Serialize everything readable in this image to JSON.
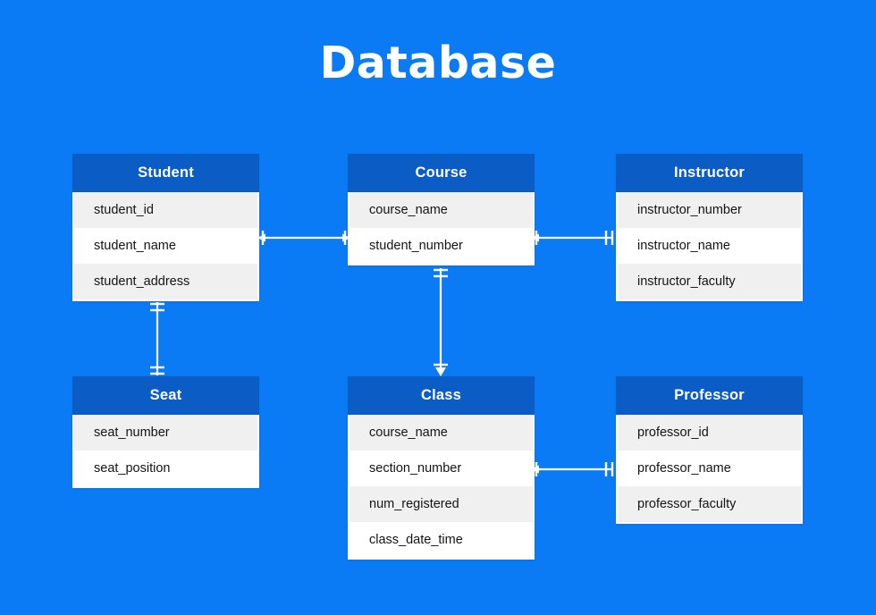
{
  "title": "Database",
  "colors": {
    "background": "#0b7af5",
    "header": "#0b5cc4",
    "row_odd": "#f0f0f0",
    "row_even": "#ffffff",
    "title_text": "#ffffff",
    "field_text": "#141414",
    "connector": "#ffffff"
  },
  "entities": [
    {
      "name": "Student",
      "fields": [
        "student_id",
        "student_name",
        "student_address"
      ]
    },
    {
      "name": "Course",
      "fields": [
        "course_name",
        "student_number"
      ]
    },
    {
      "name": "Instructor",
      "fields": [
        "instructor_number",
        "instructor_name",
        "instructor_faculty"
      ]
    },
    {
      "name": "Seat",
      "fields": [
        "seat_number",
        "seat_position"
      ]
    },
    {
      "name": "Class",
      "fields": [
        "course_name",
        "section_number",
        "num_registered",
        "class_date_time"
      ]
    },
    {
      "name": "Professor",
      "fields": [
        "professor_id",
        "professor_name",
        "professor_faculty"
      ]
    }
  ],
  "relationships": [
    {
      "id": "student-course",
      "from": "Student",
      "to": "Course",
      "orientation": "horizontal",
      "from_marker": "one-arrow",
      "to_marker": "one-arrow"
    },
    {
      "id": "course-instructor",
      "from": "Course",
      "to": "Instructor",
      "orientation": "horizontal",
      "from_marker": "one-arrow",
      "to_marker": "one-and-only-one"
    },
    {
      "id": "student-seat",
      "from": "Student",
      "to": "Seat",
      "orientation": "vertical",
      "from_marker": "one-and-only-one",
      "to_marker": "one-and-only-one"
    },
    {
      "id": "course-class",
      "from": "Course",
      "to": "Class",
      "orientation": "vertical",
      "from_marker": "one-and-only-one",
      "to_marker": "one-arrow"
    },
    {
      "id": "class-professor",
      "from": "Class",
      "to": "Professor",
      "orientation": "horizontal",
      "from_marker": "one-arrow",
      "to_marker": "one-and-only-one"
    }
  ]
}
